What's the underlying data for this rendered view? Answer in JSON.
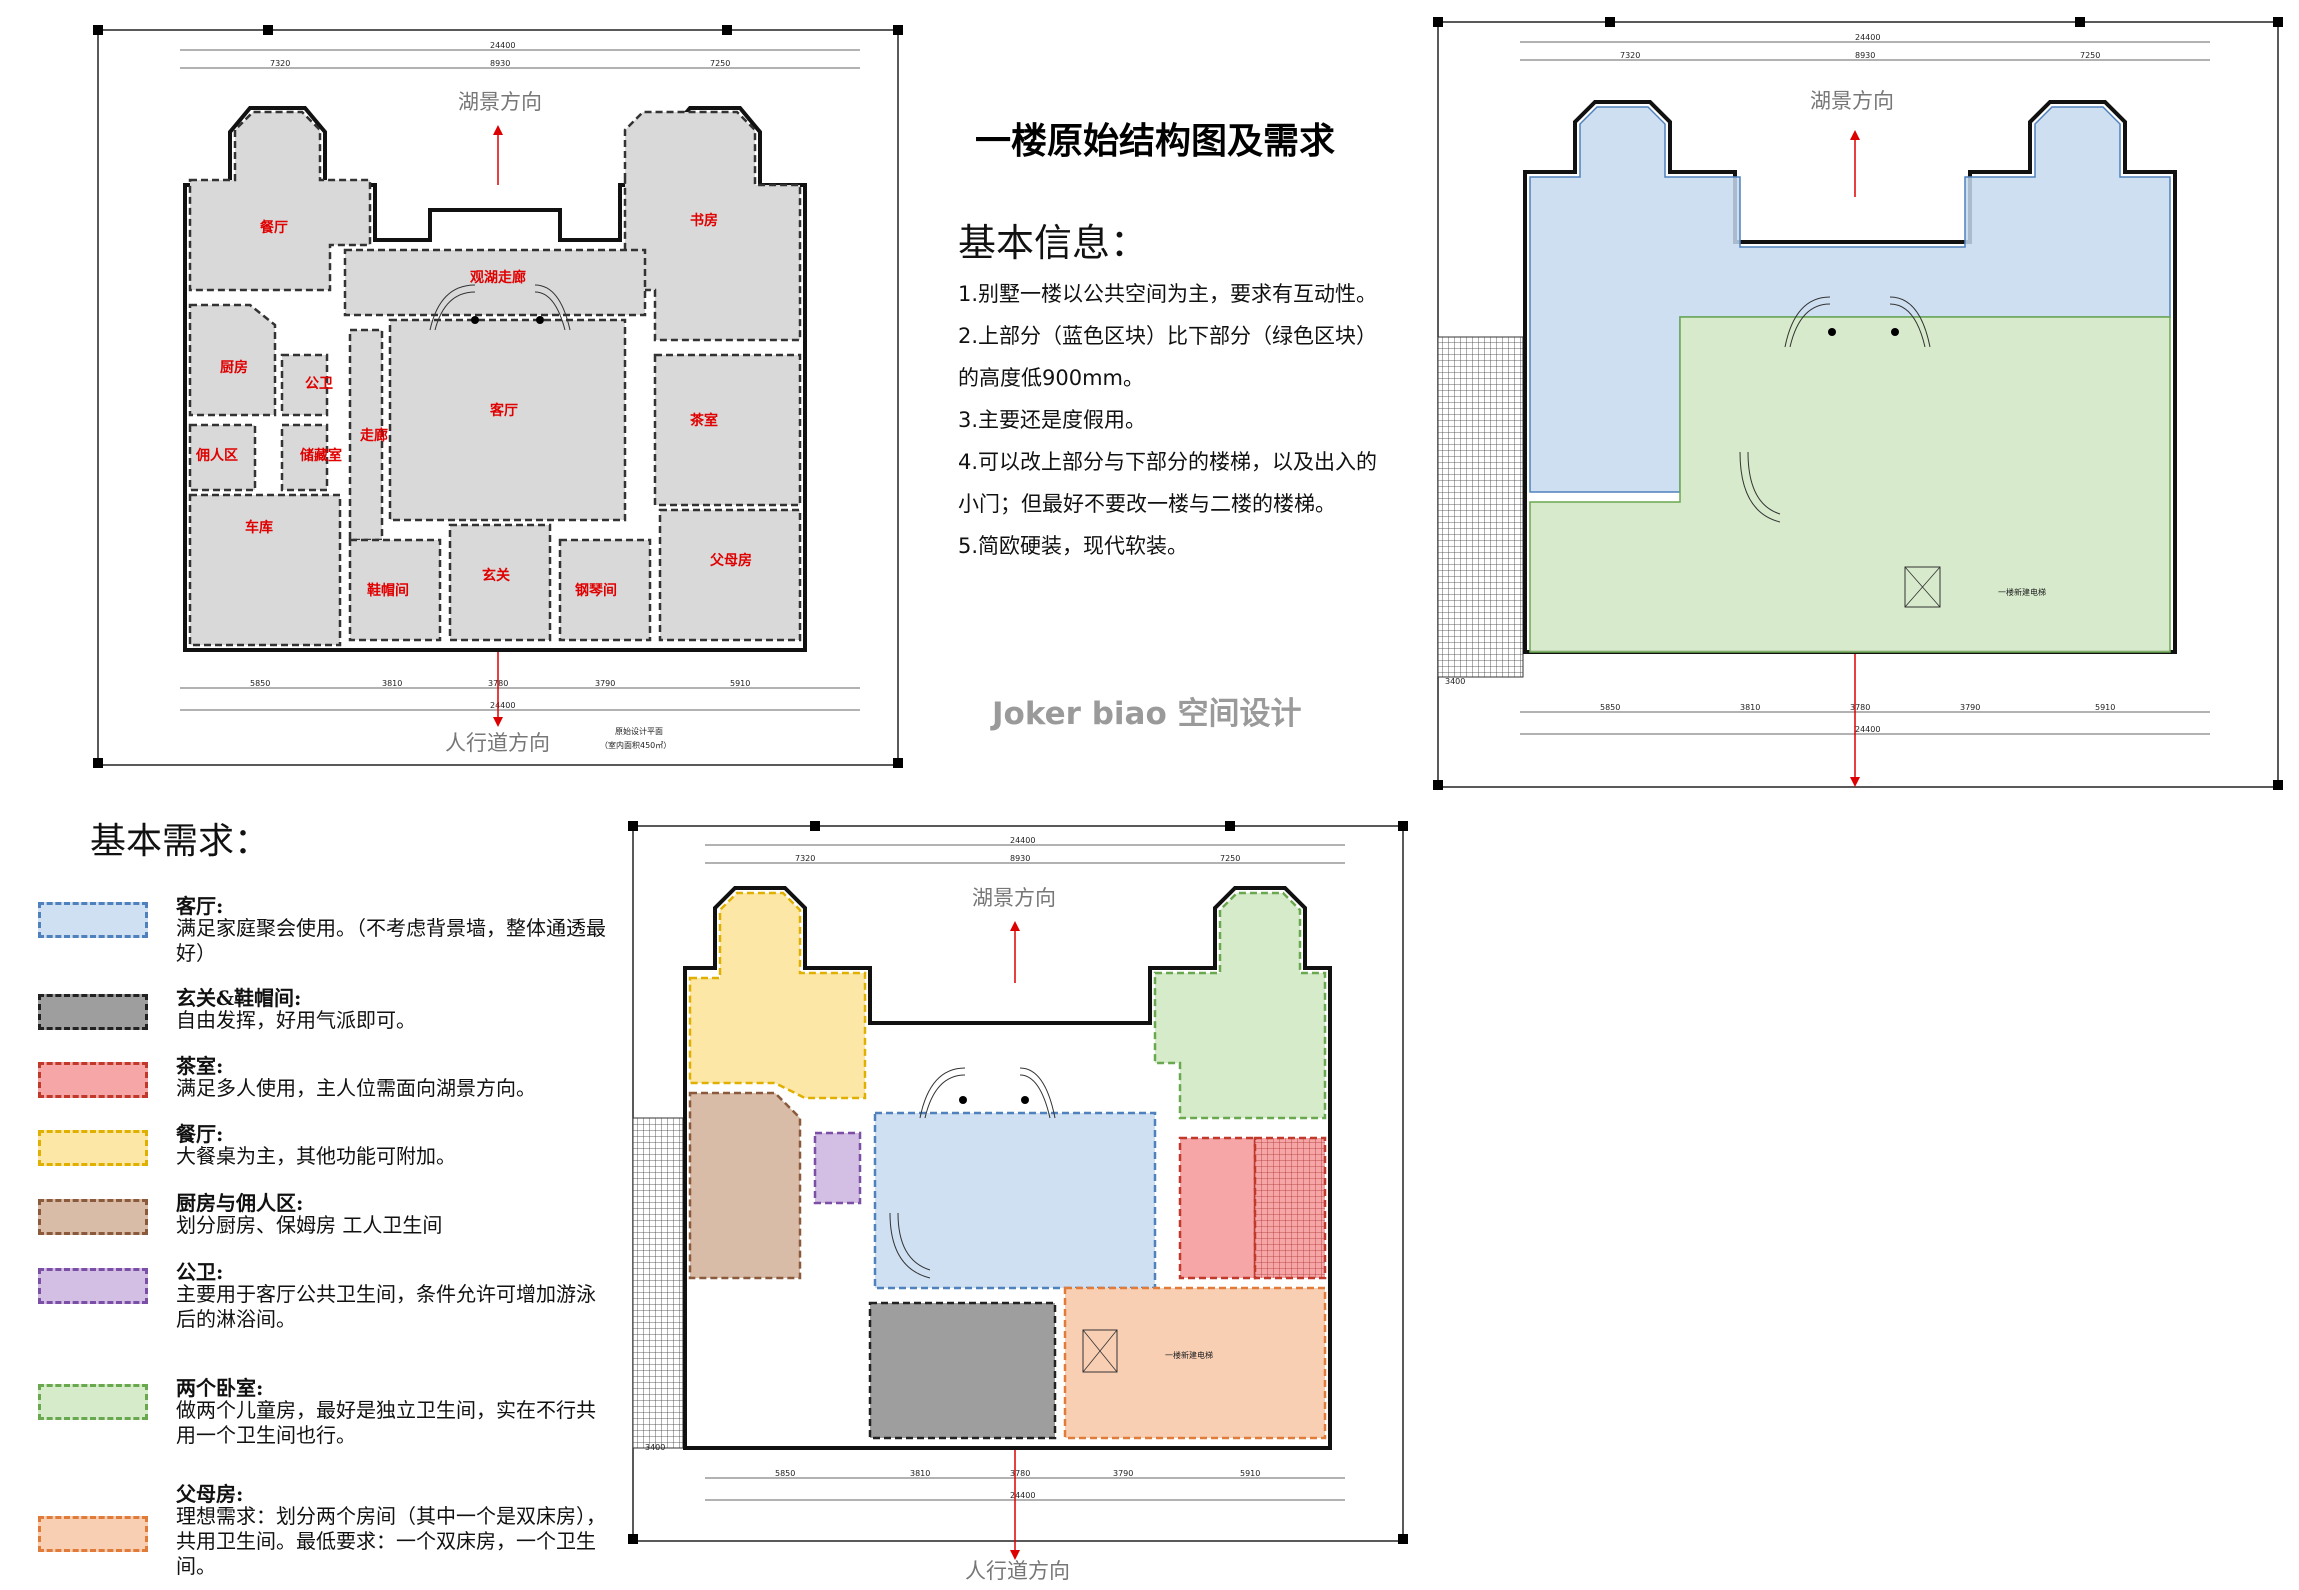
{
  "page_title": "一楼原始结构图及需求",
  "info": {
    "heading": "基本信息：",
    "items": [
      "1.别墅一楼以公共空间为主，要求有互动性。",
      "2.上部分（蓝色区块）比下部分（绿色区块）",
      "的高度低900mm。",
      "3.主要还是度假用。",
      "4.可以改上部分与下部分的楼梯，以及出入的",
      "小门；但最好不要改一楼与二楼的楼梯。",
      "5.简欧硬装，现代软装。"
    ]
  },
  "brand": "Joker biao 空间设计",
  "plan": {
    "lake_direction": "湖景方向",
    "street_direction": "人行道方向",
    "plan_caption_1": "原始设计平面",
    "plan_caption_2": "（室内面积450㎡）",
    "total_width": "24400",
    "top_dims": [
      "7320",
      "8930",
      "7250"
    ],
    "bottom_dims": [
      "5850",
      "3810",
      "3780",
      "3790",
      "5910"
    ],
    "side_offset": "3400",
    "elevator_note": "一楼新建电梯",
    "rooms": {
      "dining": "餐厅",
      "study": "书房",
      "lake_corridor": "观湖走廊",
      "kitchen": "厨房",
      "public_wc": "公卫",
      "servant": "佣人区",
      "storage": "储藏室",
      "corridor": "走廊",
      "living": "客厅",
      "tea": "茶室",
      "garage": "车库",
      "shoe_room": "鞋帽间",
      "foyer": "玄关",
      "piano": "钢琴间",
      "parents": "父母房"
    }
  },
  "requirements": {
    "heading": "基本需求：",
    "items": [
      {
        "title": "客厅:",
        "desc": "满足家庭聚会使用。（不考虑背景墙，整体通透最好）",
        "fill": "#cfe0f2",
        "stroke": "#4f81bd"
      },
      {
        "title": "玄关&鞋帽间:",
        "desc": "自由发挥，好用气派即可。",
        "fill": "#9e9e9e",
        "stroke": "#222222"
      },
      {
        "title": "茶室:",
        "desc": "满足多人使用，主人位需面向湖景方向。",
        "fill": "#f6a6a6",
        "stroke": "#c0392b"
      },
      {
        "title": "餐厅:",
        "desc": "大餐桌为主，其他功能可附加。",
        "fill": "#fde7a6",
        "stroke": "#e0b000"
      },
      {
        "title": "厨房与佣人区:",
        "desc": "划分厨房、保姆房 工人卫生间",
        "fill": "#d8bca8",
        "stroke": "#8b5a3c"
      },
      {
        "title": "公卫:",
        "desc": "主要用于客厅公共卫生间，条件允许可增加游泳后的淋浴间。",
        "fill": "#d3bfe3",
        "stroke": "#7b4fa5"
      },
      {
        "title": "两个卧室:",
        "desc": "做两个儿童房，最好是独立卫生间，实在不行共用一个卫生间也行。",
        "fill": "#d6ebca",
        "stroke": "#6aa84f"
      },
      {
        "title": "父母房:",
        "desc": "理想需求：划分两个房间（其中一个是双床房），共用卫生间。最低要求：一个双床房，一个卫生间。",
        "fill": "#f9cfb4",
        "stroke": "#e07b39"
      }
    ]
  }
}
